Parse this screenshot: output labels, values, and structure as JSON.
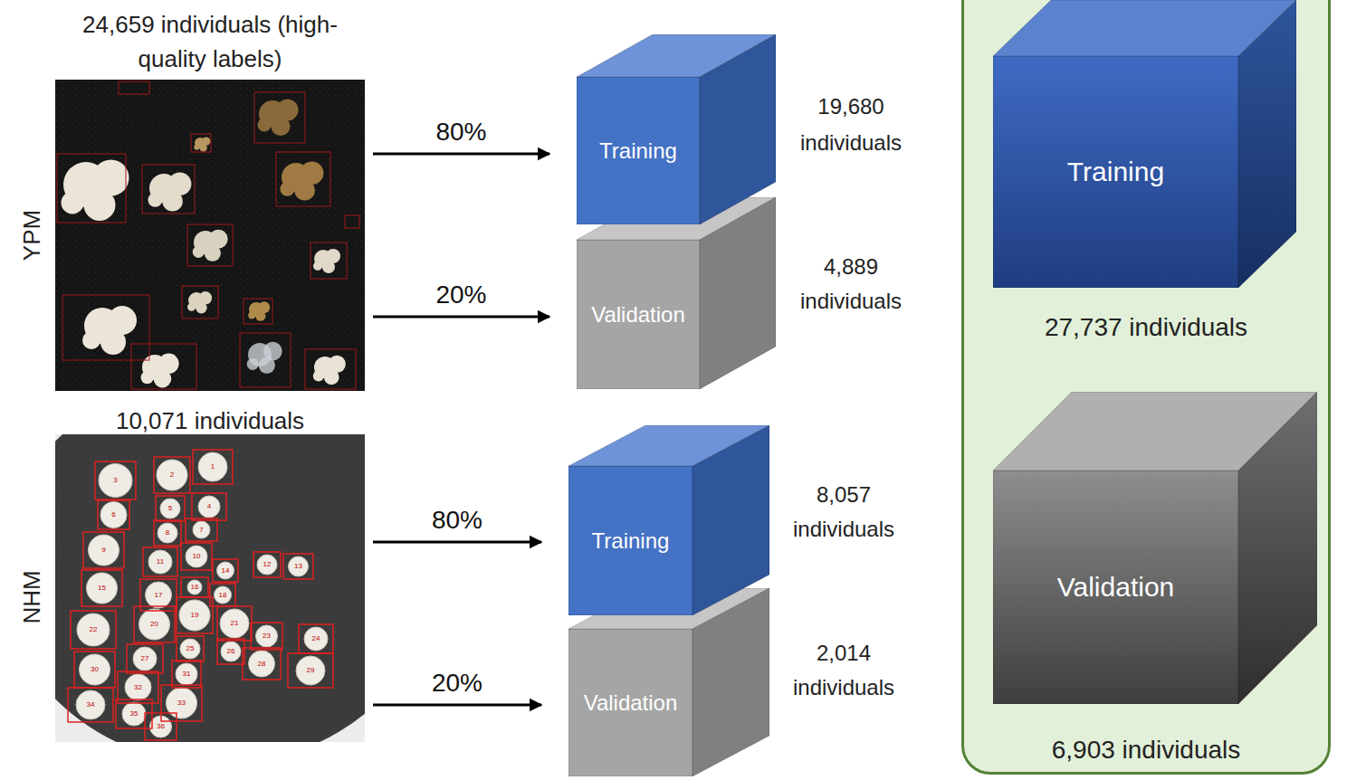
{
  "diagram": {
    "nodes": [
      {
        "text": [
          "24,659 individuals (high-quality labels)"
        ]
      },
      {
        "text": [
          "Training"
        ]
      },
      {
        "text": [
          "Validation"
        ]
      },
      {
        "text": [
          "10,071 individuals"
        ]
      },
      {
        "text": [
          "Training"
        ]
      },
      {
        "text": [
          "Validation"
        ]
      },
      {
        "text": [
          "27,737 individuals",
          "6,903 individuals"
        ]
      },
      {
        "text": [
          "Training"
        ],
        "in": 6
      },
      {
        "text": [
          "Validation"
        ],
        "in": 6
      }
    ],
    "edges": [
      {
        "from": 0,
        "to": 1,
        "label": "80%",
        "arrow": "to"
      },
      {
        "from": 0,
        "to": 2,
        "label": "20%",
        "arrow": "to"
      },
      {
        "from": 3,
        "to": 4,
        "label": "80%",
        "arrow": "to"
      },
      {
        "from": 3,
        "to": 5,
        "label": "20%",
        "arrow": "to"
      }
    ],
    "labels": [
      "YPM",
      "19,680 individuals",
      "4,889 individuals",
      "NHM",
      "8,057 individuals",
      "2,014 individuals",
      "1",
      "2",
      "3",
      "4",
      "5",
      "6",
      "7",
      "8",
      "9",
      "10",
      "11",
      "12",
      "13",
      "14",
      "15",
      "16",
      "17",
      "18",
      "19",
      "20",
      "21",
      "22",
      "23",
      "24",
      "25",
      "26",
      "27",
      "28",
      "29",
      "30",
      "31",
      "32",
      "33",
      "34",
      "35",
      "36"
    ]
  }
}
